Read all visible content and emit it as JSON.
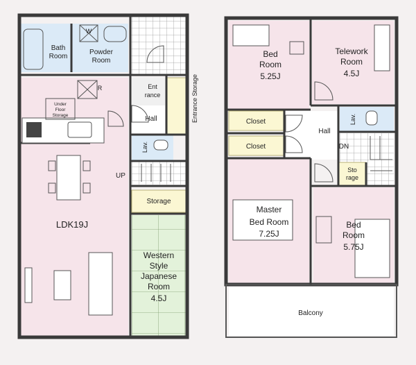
{
  "floor1": {
    "bath": [
      "Bath",
      "Room"
    ],
    "powder": [
      "Powder",
      "Room"
    ],
    "entrance": [
      "Ent",
      "rance"
    ],
    "entrance_storage": "Entrance Storage",
    "under_floor": [
      "Under",
      "Floor",
      "Storage"
    ],
    "hall": "Hall",
    "lav": "Lav.",
    "up": "UP",
    "storage": "Storage",
    "ldk": "LDK19J",
    "japanese": [
      "Western",
      "Style",
      "Japanese",
      "Room",
      "4.5J"
    ],
    "w_mark": "W",
    "r_mark": "R"
  },
  "floor2": {
    "bed1": [
      "Bed",
      "Room",
      "5.25J"
    ],
    "telework": [
      "Telework",
      "Room",
      "4.5J"
    ],
    "closet1": "Closet",
    "closet2": "Closet",
    "hall": "Hall",
    "lav": "Lav.",
    "dn": "DN",
    "storage": [
      "Sto",
      "rage"
    ],
    "master": [
      "Master",
      "Bed Room",
      "7.25J"
    ],
    "bed2": [
      "Bed",
      "Room",
      "5.75J"
    ],
    "balcony": "Balcony"
  }
}
